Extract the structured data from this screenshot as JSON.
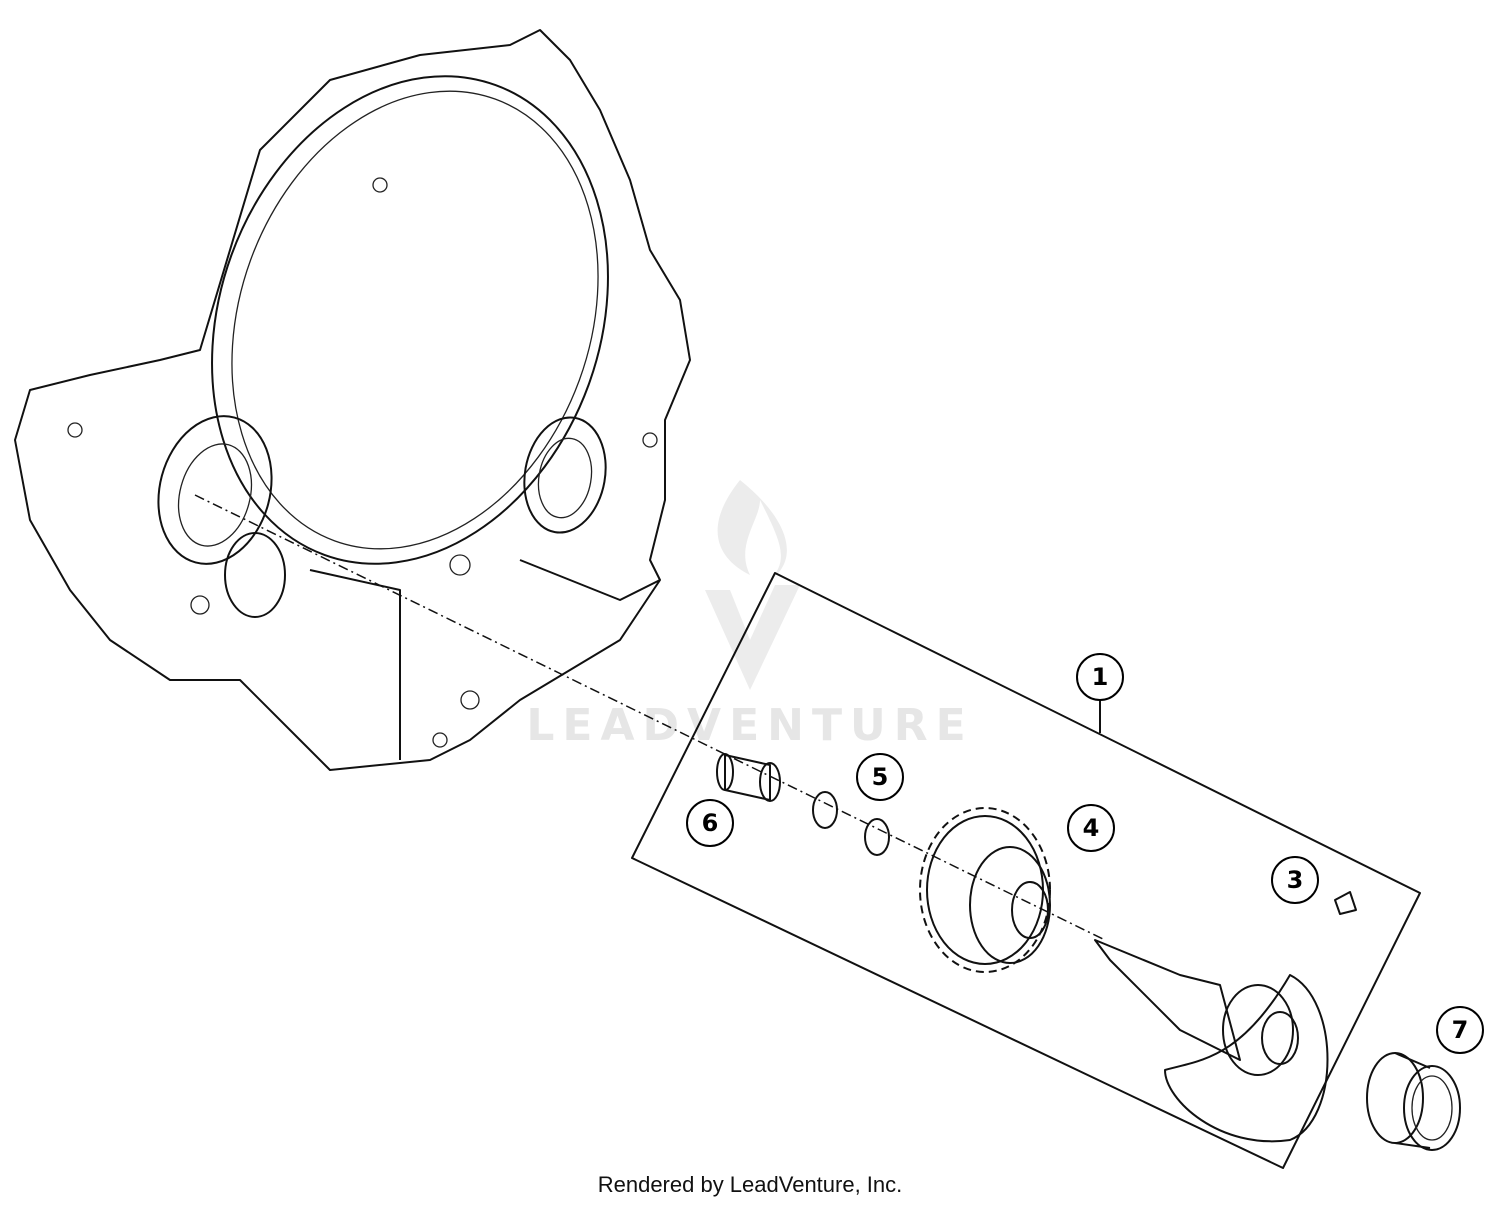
{
  "diagram": {
    "watermark": "LEADVENTURE",
    "callouts": [
      {
        "label": "1",
        "part": "kickstarter-shaft-assembly"
      },
      {
        "label": "3",
        "part": "key"
      },
      {
        "label": "4",
        "part": "gear"
      },
      {
        "label": "5",
        "part": "washers"
      },
      {
        "label": "6",
        "part": "bushing"
      },
      {
        "label": "7",
        "part": "bearing"
      }
    ]
  },
  "footer": {
    "text": "Rendered by LeadVenture, Inc."
  },
  "colors": {
    "line": "#111111",
    "watermark": "#e6e6e6",
    "background": "#ffffff"
  }
}
